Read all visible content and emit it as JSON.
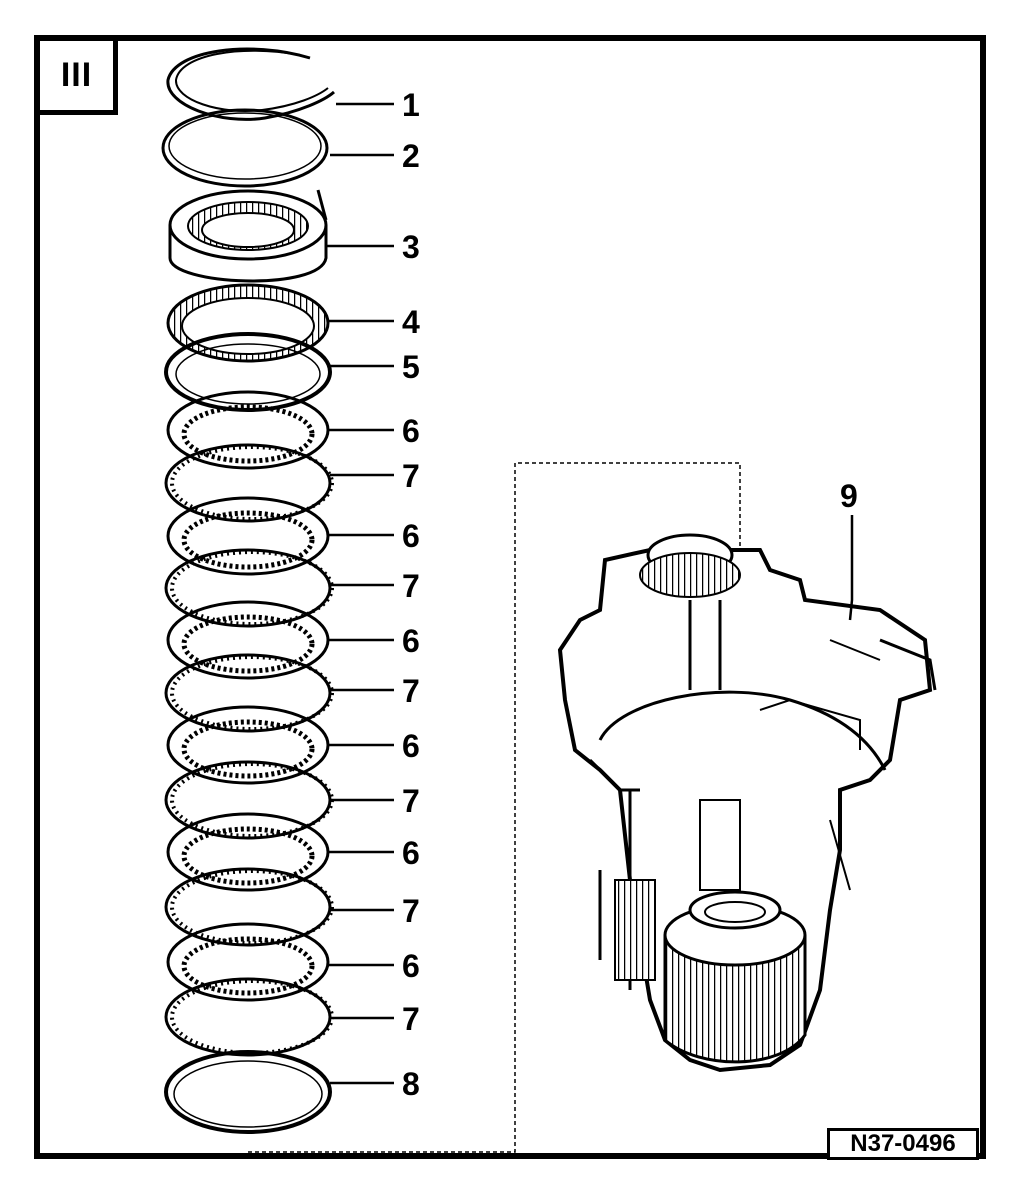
{
  "section_label": "III",
  "reference_code": "N37-0496",
  "callouts": [
    "1",
    "2",
    "3",
    "4",
    "5",
    "6",
    "7",
    "6",
    "7",
    "6",
    "7",
    "6",
    "7",
    "6",
    "7",
    "6",
    "7",
    "8",
    "9"
  ],
  "colors": {
    "ink": "#000000",
    "paper": "#ffffff"
  }
}
